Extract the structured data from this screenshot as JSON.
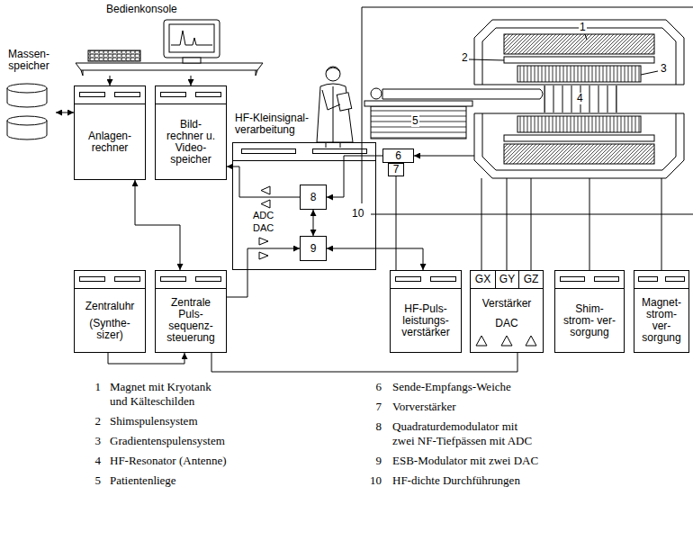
{
  "diagram": {
    "nodes": [
      {
        "text": [
          "Bedienkonsole"
        ]
      },
      {
        "text": [
          "Massen- speicher"
        ]
      },
      {
        "text": [
          "Anlagen- rechner"
        ]
      },
      {
        "text": [
          "Bild- rechner u. Video- speicher"
        ]
      },
      {
        "text": [
          "HF-Kleinsignal- verarbeitung"
        ]
      },
      {
        "text": [
          "8"
        ],
        "in": 4
      },
      {
        "text": [
          "9"
        ],
        "in": 4
      },
      {
        "text": [
          "Zentraluhr",
          "(Synthe- sizer)"
        ]
      },
      {
        "text": [
          "Zentrale Puls- sequenz- steuerung"
        ]
      },
      {
        "text": [
          "HF-Puls- leistungs- verstärker"
        ]
      },
      {
        "text": [
          "GX",
          "GY",
          "GZ",
          "Verstärker",
          "DAC"
        ]
      },
      {
        "text": [
          "Shim- strom- ver- sorgung"
        ]
      },
      {
        "text": [
          "Magnet- strom- ver- sorgung"
        ]
      },
      {
        "text": [
          "6"
        ]
      },
      {
        "text": [
          "7"
        ]
      },
      {
        "text": [
          "1",
          "2",
          "3",
          "4"
        ]
      }
    ],
    "edges": [
      {
        "from": 0,
        "to": 2,
        "arrow": "to"
      },
      {
        "from": 0,
        "to": 3,
        "arrow": "to"
      },
      {
        "from": 1,
        "to": 2,
        "arrow": "both"
      },
      {
        "from": 2,
        "to": 8,
        "arrow": "both"
      },
      {
        "from": 5,
        "to": 3,
        "arrow": "to"
      },
      {
        "from": 8,
        "to": 6,
        "arrow": "to"
      },
      {
        "from": 5,
        "to": 6,
        "arrow": "both"
      },
      {
        "from": 13,
        "to": 5,
        "arrow": "to"
      },
      {
        "from": 6,
        "to": 9,
        "arrow": "both"
      },
      {
        "from": 14,
        "to": 9,
        "arrow": "none"
      },
      {
        "from": 15,
        "to": 13,
        "arrow": "to"
      },
      {
        "from": 7,
        "to": 8,
        "arrow": "to"
      },
      {
        "from": 8,
        "to": 10,
        "arrow": "none"
      },
      {
        "from": 10,
        "to": 15,
        "arrow": "none"
      },
      {
        "from": 10,
        "to": 15,
        "arrow": "none"
      },
      {
        "from": 10,
        "to": 15,
        "arrow": "none"
      },
      {
        "from": 11,
        "to": 15,
        "arrow": "none"
      },
      {
        "from": 12,
        "to": 15,
        "arrow": "none"
      }
    ],
    "labels": [
      "5",
      "10",
      "ADC",
      "DAC",
      "1",
      "Magnet mit Kryotank und Kälteschilden",
      "2",
      "Shimspulensystem",
      "3",
      "Gradientenspulensystem",
      "4",
      "HF-Resonator (Antenne)",
      "5",
      "Patientenliege",
      "6",
      "Sende-Empfangs-Weiche",
      "7",
      "Vorverstärker",
      "8",
      "Quadraturdemodulator mit zwei NF-Tiefpässen mit ADC",
      "9",
      "ESB-Modulator mit zwei DAC",
      "10",
      "HF-dichte Durchführungen"
    ]
  }
}
